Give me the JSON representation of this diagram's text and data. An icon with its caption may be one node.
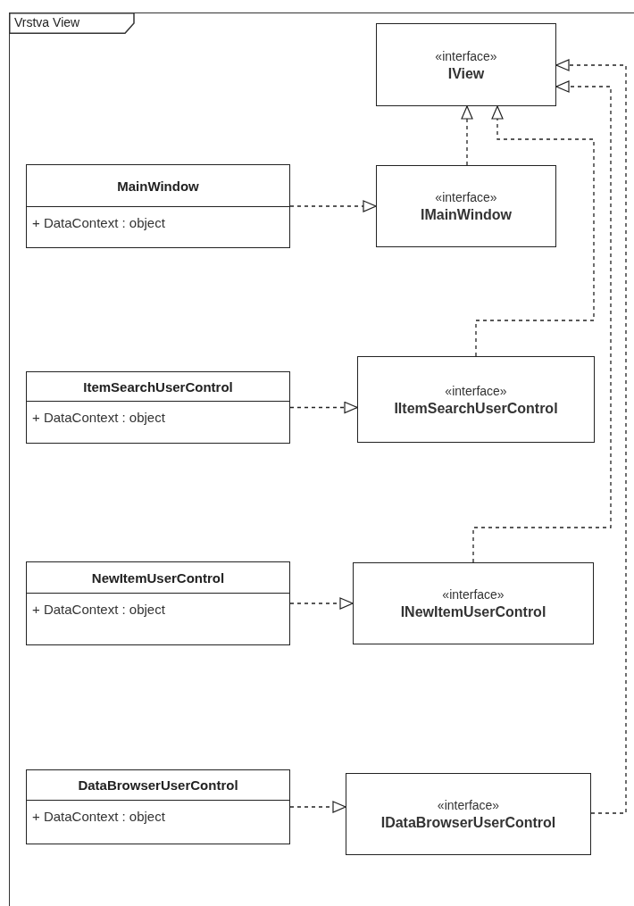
{
  "diagram": {
    "nodes": [
      {
        "text": [
          "Vrstva View"
        ]
      },
      {
        "text": [
          "«interface»",
          "IView"
        ],
        "in": 0
      },
      {
        "text": [
          "MainWindow",
          "+ DataContext : object"
        ],
        "in": 0
      },
      {
        "text": [
          "«interface»",
          "IMainWindow"
        ],
        "in": 0
      },
      {
        "text": [
          "ItemSearchUserControl",
          "+ DataContext : object"
        ],
        "in": 0
      },
      {
        "text": [
          "«interface»",
          "IItemSearchUserControl"
        ],
        "in": 0
      },
      {
        "text": [
          "NewItemUserControl",
          "+ DataContext : object"
        ],
        "in": 0
      },
      {
        "text": [
          "«interface»",
          "INewItemUserControl"
        ],
        "in": 0
      },
      {
        "text": [
          "DataBrowserUserControl",
          "+ DataContext : object"
        ],
        "in": 0
      },
      {
        "text": [
          "«interface»",
          "IDataBrowserUserControl"
        ],
        "in": 0
      }
    ],
    "edges": [
      {
        "from": 2,
        "to": 3,
        "arrow": "to",
        "style": "dashed"
      },
      {
        "from": 3,
        "to": 1,
        "arrow": "to",
        "style": "dashed"
      },
      {
        "from": 4,
        "to": 5,
        "arrow": "to",
        "style": "dashed"
      },
      {
        "from": 5,
        "to": 1,
        "arrow": "to",
        "style": "dashed"
      },
      {
        "from": 6,
        "to": 7,
        "arrow": "to",
        "style": "dashed"
      },
      {
        "from": 7,
        "to": 1,
        "arrow": "to",
        "style": "dashed"
      },
      {
        "from": 8,
        "to": 9,
        "arrow": "to",
        "style": "dashed"
      },
      {
        "from": 9,
        "to": 1,
        "arrow": "to",
        "style": "dashed"
      }
    ]
  }
}
